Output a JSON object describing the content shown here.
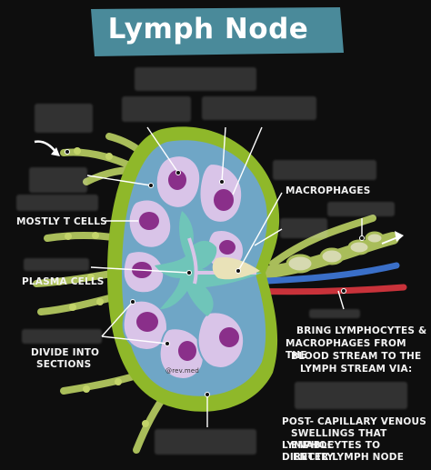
{
  "title": "Lymph Node",
  "labels": {
    "macrophages": "MACROPHAGES",
    "mostly_t_cells": "MOSTLY T CELLS",
    "plasma_cells": "PLASMA CELLS",
    "divide_into": "DIVIDE INTO",
    "sections": "SECTIONS",
    "bring_1": "BRING LYMPHOCYTES &",
    "bring_2": "MACROPHAGES FROM THE",
    "bring_3": "BLOOD STREAM TO THE",
    "bring_4": "LYMPH STREAM VIA:",
    "post_1": "POST- CAPILLARY VENOUS",
    "post_2": "SWELLINGS THAT ENABLE",
    "post_3": "LYMPHOCYTES TO DIRECTLY",
    "post_4": "ENTER LYMPH NODE"
  },
  "watermark": "@rev.med",
  "colors": {
    "banner": "#4a8a9a",
    "capsule": "#8fb82a",
    "vessel": "#a9bd5a",
    "cortex": "#6fa6c6",
    "follicle_light": "#d9c4e8",
    "follicle_dark": "#8a2f8a",
    "medulla": "#6fc5b9",
    "artery": "#c8323a",
    "vein": "#3a6fc8"
  }
}
